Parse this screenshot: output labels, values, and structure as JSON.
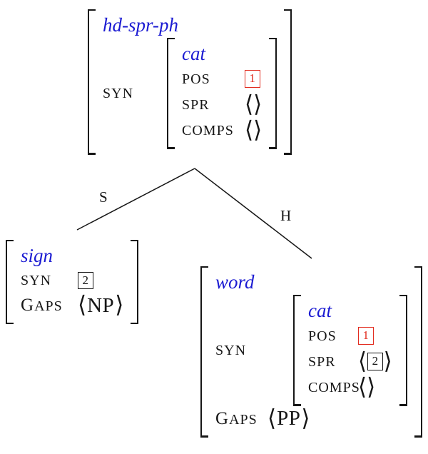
{
  "colors": {
    "blue": "#1b1bd2",
    "red": "#e22b1e",
    "ink": "#161616"
  },
  "glyphs": {
    "lang": "⟨",
    "rang": "⟩"
  },
  "edges": {
    "left_label": "S",
    "right_label": "H"
  },
  "root": {
    "type": "hd-spr-ph",
    "syn_label": "SYN",
    "inner": {
      "type": "cat",
      "pos_label": "POS",
      "pos_tag": "1",
      "spr_label": "SPR",
      "comps_label": "COMPS"
    }
  },
  "specifier": {
    "type": "sign",
    "syn_label": "SYN",
    "syn_tag": "2",
    "gaps_label": "GAPS",
    "gaps_value": "NP"
  },
  "head": {
    "type": "word",
    "syn_label": "SYN",
    "inner": {
      "type": "cat",
      "pos_label": "POS",
      "pos_tag": "1",
      "spr_label": "SPR",
      "spr_tag": "2",
      "comps_label": "COMPS"
    },
    "gaps_label": "GAPS",
    "gaps_value": "PP"
  }
}
